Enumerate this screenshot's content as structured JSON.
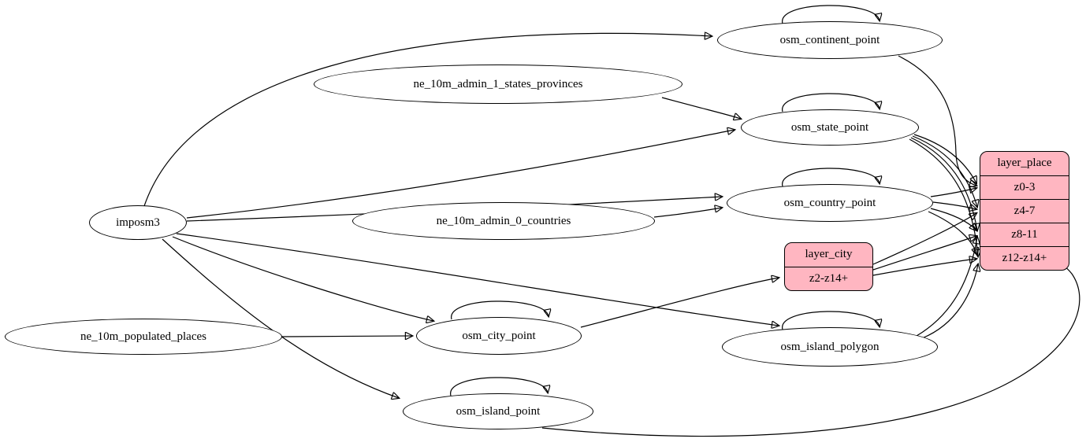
{
  "diagram": {
    "type": "etl-dependency-graph",
    "colors": {
      "background": "#ffffff",
      "node_fill": "#ffffff",
      "record_fill": "#ffb6c1",
      "stroke": "#000000"
    },
    "nodes": {
      "imposm3": {
        "label": "imposm3",
        "shape": "ellipse"
      },
      "ne_10m_admin_1_states_provinces": {
        "label": "ne_10m_admin_1_states_provinces",
        "shape": "ellipse"
      },
      "ne_10m_admin_0_countries": {
        "label": "ne_10m_admin_0_countries",
        "shape": "ellipse"
      },
      "ne_10m_populated_places": {
        "label": "ne_10m_populated_places",
        "shape": "ellipse"
      },
      "osm_continent_point": {
        "label": "osm_continent_point",
        "shape": "ellipse"
      },
      "osm_state_point": {
        "label": "osm_state_point",
        "shape": "ellipse"
      },
      "osm_country_point": {
        "label": "osm_country_point",
        "shape": "ellipse"
      },
      "osm_city_point": {
        "label": "osm_city_point",
        "shape": "ellipse"
      },
      "osm_island_polygon": {
        "label": "osm_island_polygon",
        "shape": "ellipse"
      },
      "osm_island_point": {
        "label": "osm_island_point",
        "shape": "ellipse"
      }
    },
    "records": {
      "layer_city": {
        "title": "layer_city",
        "rows": [
          "z2-z14+"
        ]
      },
      "layer_place": {
        "title": "layer_place",
        "rows": [
          "z0-3",
          "z4-7",
          "z8-11",
          "z12-z14+"
        ]
      }
    },
    "edges": [
      {
        "from": "imposm3",
        "to": "osm_continent_point"
      },
      {
        "from": "imposm3",
        "to": "osm_state_point"
      },
      {
        "from": "imposm3",
        "to": "osm_country_point"
      },
      {
        "from": "imposm3",
        "to": "osm_city_point"
      },
      {
        "from": "imposm3",
        "to": "osm_island_polygon"
      },
      {
        "from": "imposm3",
        "to": "osm_island_point"
      },
      {
        "from": "ne_10m_admin_1_states_provinces",
        "to": "osm_state_point"
      },
      {
        "from": "ne_10m_admin_0_countries",
        "to": "osm_country_point"
      },
      {
        "from": "ne_10m_populated_places",
        "to": "osm_city_point"
      },
      {
        "from": "osm_continent_point",
        "to": "osm_continent_point"
      },
      {
        "from": "osm_state_point",
        "to": "osm_state_point"
      },
      {
        "from": "osm_country_point",
        "to": "osm_country_point"
      },
      {
        "from": "osm_city_point",
        "to": "osm_city_point"
      },
      {
        "from": "osm_island_polygon",
        "to": "osm_island_polygon"
      },
      {
        "from": "osm_island_point",
        "to": "osm_island_point"
      },
      {
        "from": "osm_city_point",
        "to": "layer_city:z2-z14+"
      },
      {
        "from": "osm_continent_point",
        "to": "layer_place:z0-3"
      },
      {
        "from": "osm_state_point",
        "to": "layer_place:z0-3"
      },
      {
        "from": "osm_state_point",
        "to": "layer_place:z4-7"
      },
      {
        "from": "osm_state_point",
        "to": "layer_place:z8-11"
      },
      {
        "from": "osm_state_point",
        "to": "layer_place:z12-z14+"
      },
      {
        "from": "osm_country_point",
        "to": "layer_place:z0-3"
      },
      {
        "from": "osm_country_point",
        "to": "layer_place:z4-7"
      },
      {
        "from": "osm_country_point",
        "to": "layer_place:z8-11"
      },
      {
        "from": "osm_country_point",
        "to": "layer_place:z12-z14+"
      },
      {
        "from": "layer_city",
        "to": "layer_place:z4-7"
      },
      {
        "from": "layer_city",
        "to": "layer_place:z8-11"
      },
      {
        "from": "layer_city",
        "to": "layer_place:z12-z14+"
      },
      {
        "from": "osm_island_polygon",
        "to": "layer_place:z8-11"
      },
      {
        "from": "osm_island_polygon",
        "to": "layer_place:z12-z14+"
      },
      {
        "from": "osm_island_point",
        "to": "layer_place:z12-z14+"
      }
    ]
  }
}
